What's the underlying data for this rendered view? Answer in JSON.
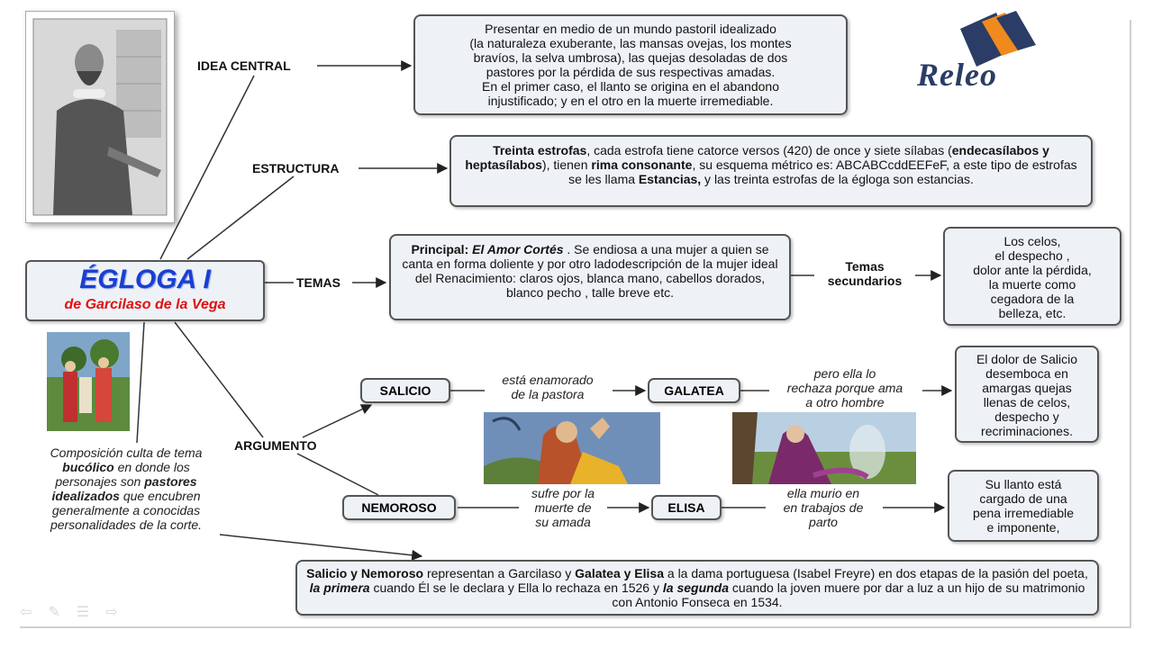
{
  "title": {
    "main": "ÉGLOGA I",
    "sub": "de Garcilaso de la Vega"
  },
  "logo": {
    "text": "Releo"
  },
  "branches": {
    "idea": "IDEA CENTRAL",
    "estructura": "ESTRUCTURA",
    "temas": "TEMAS",
    "argumento": "ARGUMENTO",
    "temas_secundarios": "Temas secundarios"
  },
  "idea_box": {
    "lines": [
      "Presentar en medio de un mundo pastoril idealizado",
      "(la naturaleza exuberante, las mansas ovejas, los montes",
      "bravíos, la selva umbrosa), las quejas desoladas de dos",
      "pastores por la pérdida de sus respectivas amadas.",
      "En el primer caso, el llanto se origina en el abandono",
      "injustificado; y en el otro en la muerte irremediable."
    ]
  },
  "estructura_box": {
    "b1": "Treinta estrofas",
    "t1": ", cada estrofa tiene catorce versos (420) de once y siete sílabas (",
    "b2": "endecasílabos y heptasílabos",
    "t2": "), tienen ",
    "b3": "rima consonante",
    "t3": ",  su esquema métrico es: ABCABCcddEEFeF, a este tipo de estrofas se les llama ",
    "b4": "Estancias,",
    "t4": " y las treinta estrofas de la égloga son estancias."
  },
  "temas_box": {
    "b1": "Principal: ",
    "bi": "El Amor Cortés",
    "t1": " . Se endiosa a una mujer a quien se canta en forma doliente y por otro ladodescripción de la mujer  ideal del Renacimiento: claros ojos, blanca mano, cabellos dorados, blanco pecho , talle breve etc."
  },
  "secundarios_box": {
    "lines": [
      "Los celos,",
      "el despecho ,",
      "dolor ante la pérdida,",
      "la muerte como",
      "cegadora de la",
      "belleza, etc."
    ]
  },
  "nodes": {
    "salicio": "SALICIO",
    "galatea": "GALATEA",
    "nemoroso": "NEMOROSO",
    "elisa": "ELISA"
  },
  "links": {
    "enamorado": [
      "está enamorado",
      "de la pastora"
    ],
    "rechaza": [
      "pero ella lo",
      "rechaza porque ama",
      "a otro hombre"
    ],
    "sufre": [
      "sufre por la",
      "muerte de",
      "su amada"
    ],
    "murio": [
      "ella murio en",
      "en trabajos de",
      "parto"
    ]
  },
  "salicio_dolor": {
    "lines": [
      "El dolor de Salicio",
      "desemboca en",
      "amargas quejas",
      "llenas de celos,",
      "despecho y",
      "recriminaciones."
    ]
  },
  "nemoroso_llanto": {
    "lines": [
      "Su llanto está",
      "cargado de una",
      "pena irremediable",
      "e imponente,"
    ]
  },
  "composicion": {
    "t1": "Composición culta de tema ",
    "b1": "bucólico",
    "t2": "  en donde los personajes son ",
    "b2": "pastores idealizados",
    "t3": " que encubren generalmente a conocidas personalidades de la corte."
  },
  "bottom_box": {
    "b1": "Salicio y Nemoroso",
    "t1": " representan a Garcilaso y ",
    "b2": "Galatea y Elisa",
    "t2": " a la dama portuguesa (Isabel Freyre) en dos etapas de la pasión del poeta, ",
    "bi1": "la primera",
    "t3": "  cuando Él se le declara y Ella lo rechaza en 1526 y ",
    "bi2": "la segunda",
    "t4": " cuando la joven muere por dar a luz a un hijo de su matrimonio con Antonio Fonseca en 1534."
  },
  "colors": {
    "title_blue": "#1a3fd0",
    "subtitle_red": "#e01010",
    "logo_navy": "#2b3d66",
    "logo_orange": "#f08a1e"
  }
}
